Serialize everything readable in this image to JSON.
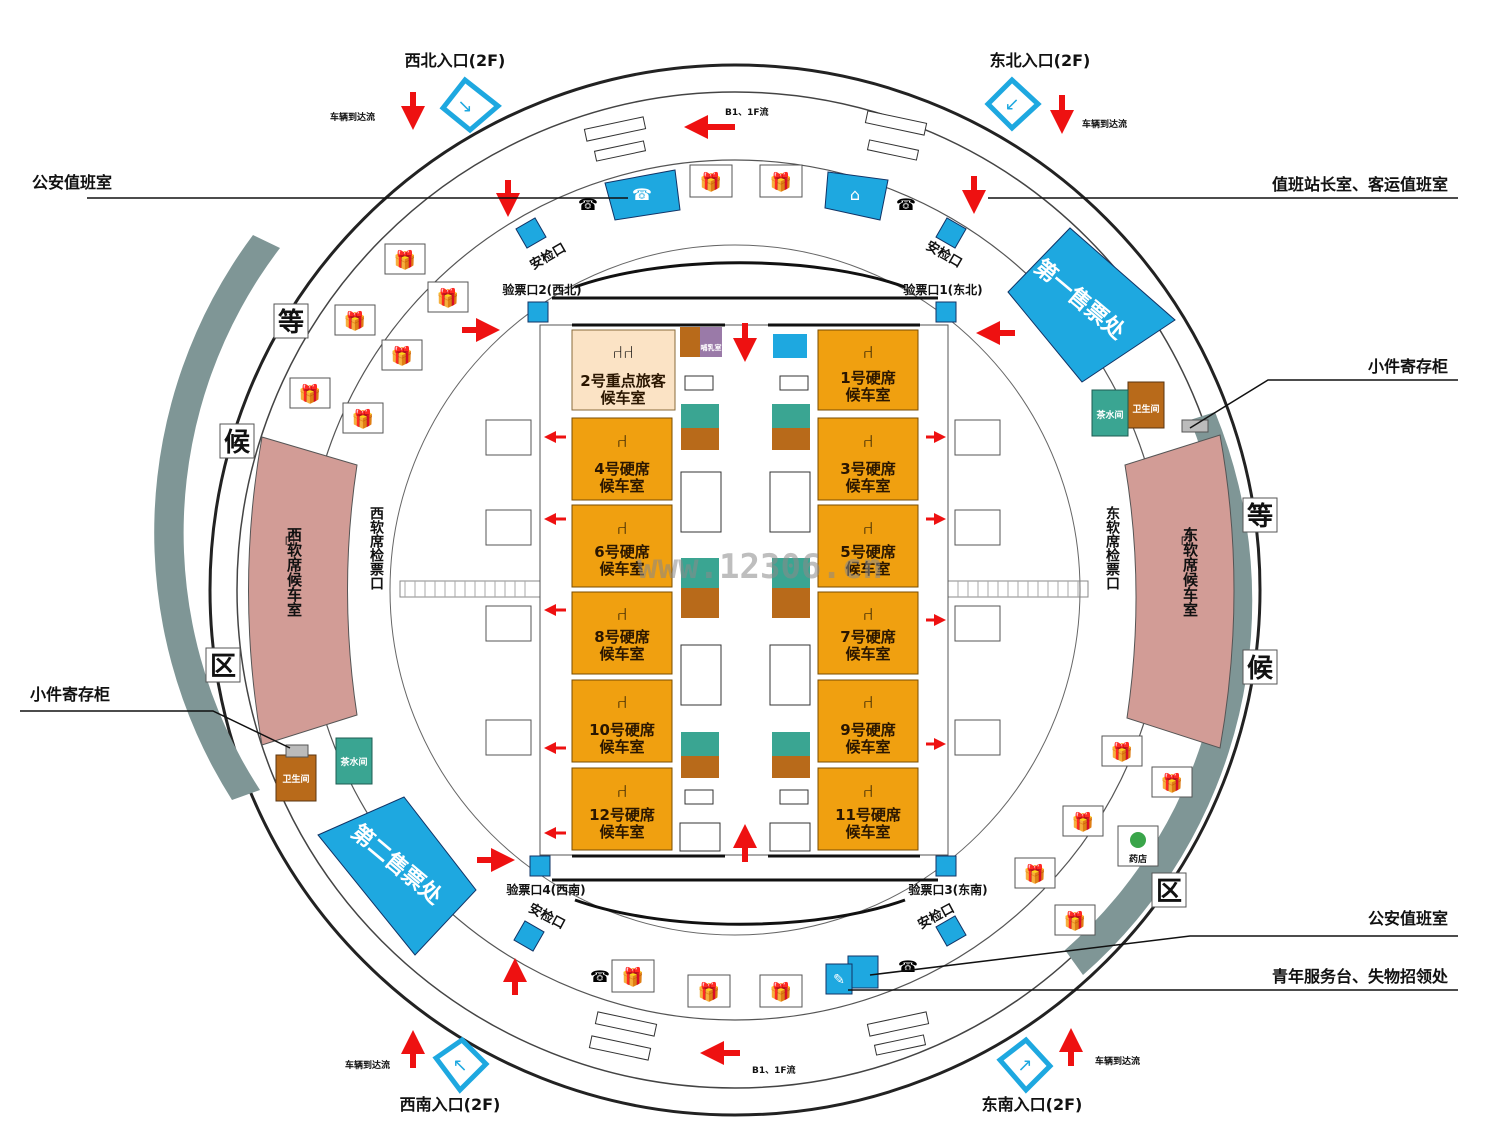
{
  "entrances": {
    "nw": "西北入口(2F)",
    "ne": "东北入口(2F)",
    "sw": "西南入口(2F)",
    "se": "东南入口(2F)"
  },
  "flows": {
    "vehicle_arrival": "车辆到达流",
    "b1_1f_flow": "B1、1F流"
  },
  "callouts": {
    "police_nw": "公安值班室",
    "station_master": "值班站长室、客运值班室",
    "locker_ne": "小件寄存柜",
    "locker_w": "小件寄存柜",
    "police_se": "公安值班室",
    "youth_service": "青年服务台、失物招领处"
  },
  "security": {
    "nw": "安检口",
    "ne": "安检口",
    "sw": "安检口",
    "se": "安检口"
  },
  "gates": {
    "g1": "验票口1(东北)",
    "g2": "验票口2(西北)",
    "g3": "验票口3(东南)",
    "g4": "验票口4(西南)"
  },
  "waiting_area_chars": {
    "w1": "等",
    "w2": "候",
    "w3": "区",
    "e1": "等",
    "e2": "候",
    "e3": "区"
  },
  "ticket_office": {
    "ne": "第一售票处",
    "sw": "第二售票处"
  },
  "soft_rooms": {
    "west": "西软席候车室",
    "east": "东软席候车室"
  },
  "soft_gates": {
    "west": "西软席检票口",
    "east": "东软席检票口"
  },
  "west_rooms": [
    {
      "l1": "2号重点旅客",
      "l2": "候车室"
    },
    {
      "l1": "4号硬席",
      "l2": "候车室"
    },
    {
      "l1": "6号硬席",
      "l2": "候车室"
    },
    {
      "l1": "8号硬席",
      "l2": "候车室"
    },
    {
      "l1": "10号硬席",
      "l2": "候车室"
    },
    {
      "l1": "12号硬席",
      "l2": "候车室"
    }
  ],
  "east_rooms": [
    {
      "l1": "1号硬席",
      "l2": "候车室"
    },
    {
      "l1": "3号硬席",
      "l2": "候车室"
    },
    {
      "l1": "5号硬席",
      "l2": "候车室"
    },
    {
      "l1": "7号硬席",
      "l2": "候车室"
    },
    {
      "l1": "9号硬席",
      "l2": "候车室"
    },
    {
      "l1": "11号硬席",
      "l2": "候车室"
    }
  ],
  "facilities": {
    "tea": "茶水间",
    "toilet": "卫生间",
    "nursing": "哺乳室",
    "pharmacy": "药店"
  },
  "watermark": "www.12306.cn",
  "colors": {
    "hard_room": "#f0a010",
    "vip_room": "#fbe3c5",
    "soft_room": "#d29c96",
    "ticket_office": "#1ea8e0",
    "ring_wall": "#7f9696",
    "arrow": "#ee1111",
    "toilet": "#b86a1a",
    "tea": "#3aa592"
  }
}
